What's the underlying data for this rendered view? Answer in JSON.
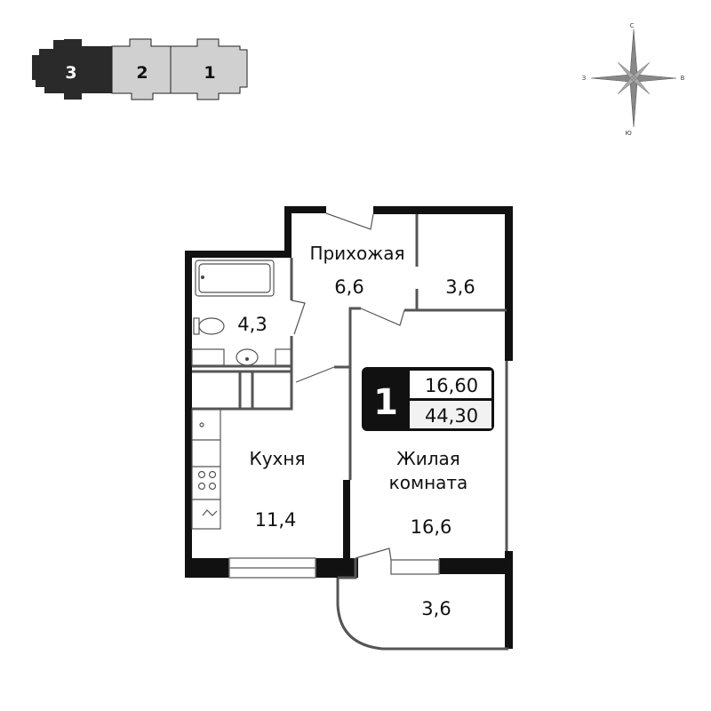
{
  "sections": [
    {
      "label": "3",
      "active": true
    },
    {
      "label": "2",
      "active": false
    },
    {
      "label": "1",
      "active": false
    }
  ],
  "compass": {
    "north": "С",
    "south": "Ю",
    "west": "З",
    "east": "В"
  },
  "rooms": {
    "hallway": {
      "name": "Прихожая",
      "area": "6,6"
    },
    "storage": {
      "area": "3,6"
    },
    "bathroom": {
      "area": "4,3"
    },
    "kitchen": {
      "name": "Кухня",
      "area": "11,4"
    },
    "living": {
      "name": "Жилая",
      "name2": "комната",
      "area": "16,6"
    },
    "balcony": {
      "area": "3,6"
    }
  },
  "badge": {
    "rooms": "1",
    "living_area": "16,60",
    "total_area": "44,30"
  },
  "colors": {
    "wall": "#111111",
    "section_active": "#2a2a2a",
    "section_inactive": "#d0d0d0"
  }
}
